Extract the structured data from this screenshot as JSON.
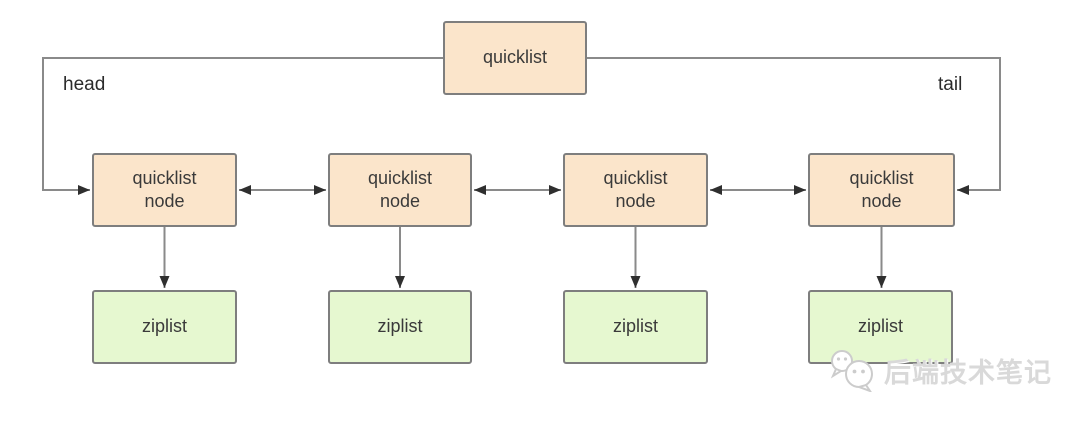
{
  "diagram": {
    "root": {
      "label": "quicklist"
    },
    "head_label": "head",
    "tail_label": "tail",
    "nodes": [
      {
        "label": "quicklist\nnode"
      },
      {
        "label": "quicklist\nnode"
      },
      {
        "label": "quicklist\nnode"
      },
      {
        "label": "quicklist\nnode"
      }
    ],
    "ziplists": [
      {
        "label": "ziplist"
      },
      {
        "label": "ziplist"
      },
      {
        "label": "ziplist"
      },
      {
        "label": "ziplist"
      }
    ],
    "watermark": {
      "text": "后端技术笔记"
    }
  },
  "colors": {
    "node_fill": "#FBE5CB",
    "ziplist_fill": "#E6F8D0",
    "box_border": "#7E7E7E",
    "line": "#8A8A8A",
    "arrowhead": "#2F2F2F",
    "text": "#3A3A3A",
    "watermark": "#D9D9D9",
    "background": "#FFFFFF"
  }
}
